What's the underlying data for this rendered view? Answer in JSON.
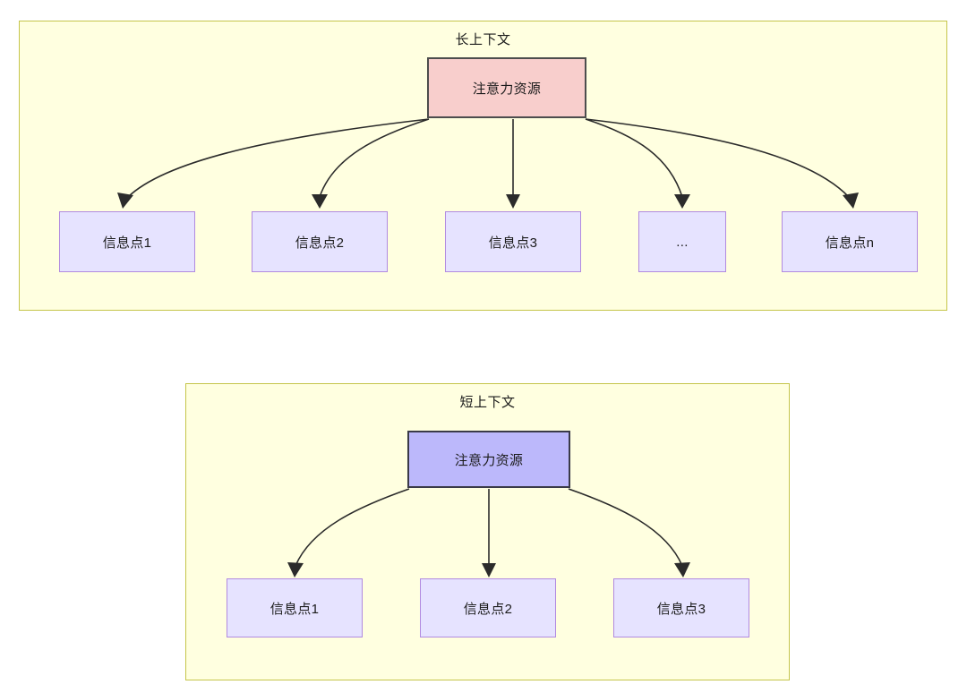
{
  "diagram": {
    "title_semantic": "attention-resource-allocation-long-vs-short-context",
    "colors": {
      "panel_fill": "#ffffe0",
      "panel_border": "#c5c54a",
      "attention_long_fill": "#f8cecc",
      "attention_long_border": "#4d4d4d",
      "attention_short_fill": "#bcb8fb",
      "attention_short_border": "#3a3a48",
      "info_node_fill": "#e6e3ff",
      "info_node_border": "#b18ae0",
      "edge_stroke": "#2b2b2b",
      "text": "#1b1b1b"
    }
  },
  "panels": [
    {
      "id": "long-context",
      "title": "长上下文",
      "root": {
        "label": "注意力资源"
      },
      "children": [
        {
          "label": "信息点1"
        },
        {
          "label": "信息点2"
        },
        {
          "label": "信息点3"
        },
        {
          "label": "..."
        },
        {
          "label": "信息点n"
        }
      ]
    },
    {
      "id": "short-context",
      "title": "短上下文",
      "root": {
        "label": "注意力资源"
      },
      "children": [
        {
          "label": "信息点1"
        },
        {
          "label": "信息点2"
        },
        {
          "label": "信息点3"
        }
      ]
    }
  ]
}
